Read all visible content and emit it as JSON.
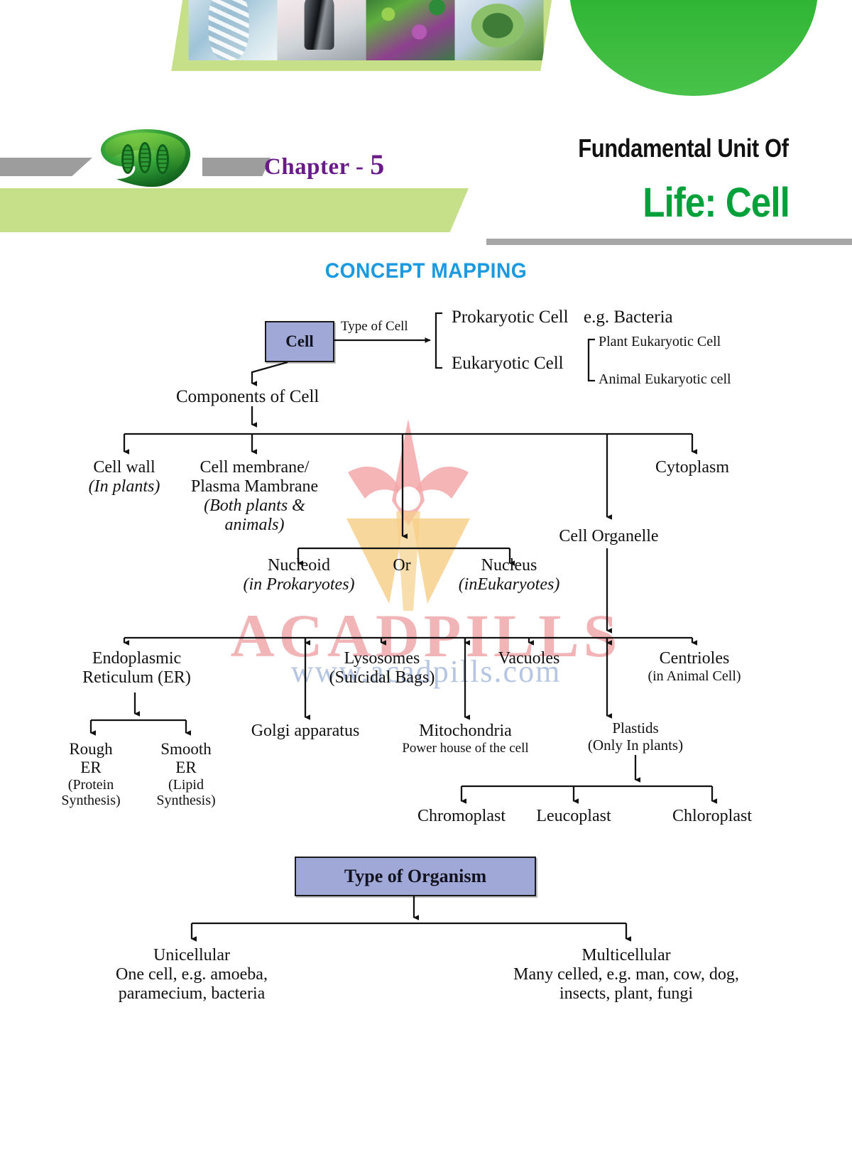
{
  "header": {
    "chapter_label": "Chapter - ",
    "chapter_number": "5",
    "title_line1": "Fundamental Unit Of",
    "title_line2": "Life: Cell",
    "icon": "chloroplast-icon"
  },
  "watermark": {
    "brand": "ACADPILLS",
    "url": "www.acadpills.com"
  },
  "concept_map": {
    "title": "CONCEPT MAPPING",
    "root": "Cell",
    "edge_label_type_of_cell": "Type of Cell",
    "cell_types": [
      "Prokaryotic Cell",
      "Eukaryotic Cell"
    ],
    "prokaryotic_example": "e.g. Bacteria",
    "eukaryotic_subtypes": [
      "Plant Eukaryotic Cell",
      "Animal Eukaryotic cell"
    ],
    "components_label": "Components of Cell",
    "components": [
      {
        "name": "Cell wall",
        "note": "(In plants)"
      },
      {
        "name": "Cell membrane/",
        "name2": "Plasma Mambrane",
        "note": "(Both plants &",
        "note2": "animals)"
      },
      {
        "name": "Cytoplasm",
        "note": ""
      }
    ],
    "nucleus_row": {
      "left": "Nucleoid",
      "left_note": "(in Prokaryotes)",
      "middle": "Or",
      "right": "Nucleus",
      "right_note": "(inEukaryotes)"
    },
    "cell_organelle_label": "Cell Organelle",
    "organelles": [
      {
        "name": "Endoplasmic",
        "name2": "Reticulum (ER)"
      },
      {
        "name": "Lysosomes",
        "note": "(Suicidal Bags)"
      },
      {
        "name": "Vacuoles"
      },
      {
        "name": "Centrioles",
        "note": "(in Animal Cell)"
      }
    ],
    "er_types": [
      {
        "name": "Rough",
        "name2": "ER",
        "note": "(Protein",
        "note2": "Synthesis)"
      },
      {
        "name": "Smooth",
        "name2": "ER",
        "note": "(Lipid",
        "note2": "Synthesis)"
      }
    ],
    "golgi": "Golgi apparatus",
    "mitochondria": {
      "name": "Mitochondria",
      "note": "Power house of the cell"
    },
    "plastids": {
      "name": "Plastids",
      "note": "(Only In plants)"
    },
    "plastid_types": [
      "Chromoplast",
      "Leucoplast",
      "Chloroplast"
    ],
    "organism": {
      "box": "Type of Organism",
      "unicellular": {
        "name": "Unicellular",
        "line1": "One cell, e.g. amoeba,",
        "line2": "paramecium, bacteria"
      },
      "multicellular": {
        "name": "Multicellular",
        "line1": "Many celled, e.g. man, cow, dog,",
        "line2": "insects, plant, fungi"
      }
    }
  },
  "colors": {
    "accent_green": "#00a03a",
    "band_green": "#c6e08a",
    "chapter_purple": "#6a1b8a",
    "title_blue": "#1b9ae0",
    "box_fill": "#9fa8d6"
  }
}
